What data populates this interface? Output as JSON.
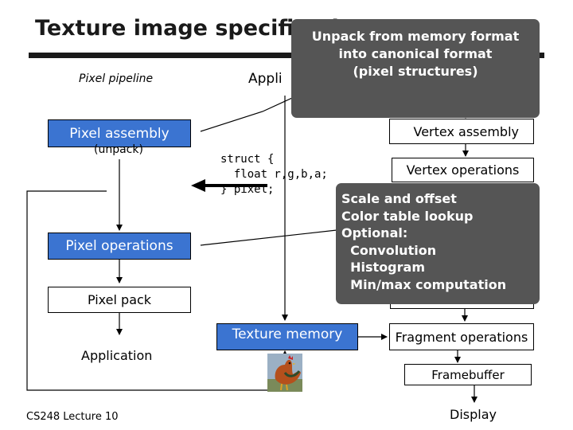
{
  "title": "Texture image specification",
  "footer": "CS248 Lecture 10",
  "left_column": {
    "pipeline_label": "Pixel pipeline",
    "pixel_assembly": "Pixel assembly",
    "unpack": "(unpack)",
    "pixel_operations": "Pixel operations",
    "pixel_pack": "Pixel pack",
    "application": "Application"
  },
  "center": {
    "application_label": "Appli",
    "struct_code": "struct {\n  float r,g,b,a;\n} pixel;",
    "texture_memory": "Texture memory"
  },
  "right_column": {
    "vertex_assembly": "Vertex assembly",
    "vertex_operations": "Vertex operations",
    "fragment_operations": "Fragment operations",
    "framebuffer": "Framebuffer",
    "display": "Display"
  },
  "callout_unpack": {
    "lines": [
      "Unpack from memory format",
      "into canonical format",
      "(pixel structures)"
    ]
  },
  "callout_ops": {
    "lines": [
      "Scale and offset",
      "Color table lookup",
      "Optional:",
      "  Convolution",
      "  Histogram",
      "  Min/max computation"
    ]
  },
  "colors": {
    "box_blue": "#3b74d1",
    "callout_gray": "#555555"
  },
  "icons": {
    "texture_thumbnail": "rooster-texture-image"
  }
}
